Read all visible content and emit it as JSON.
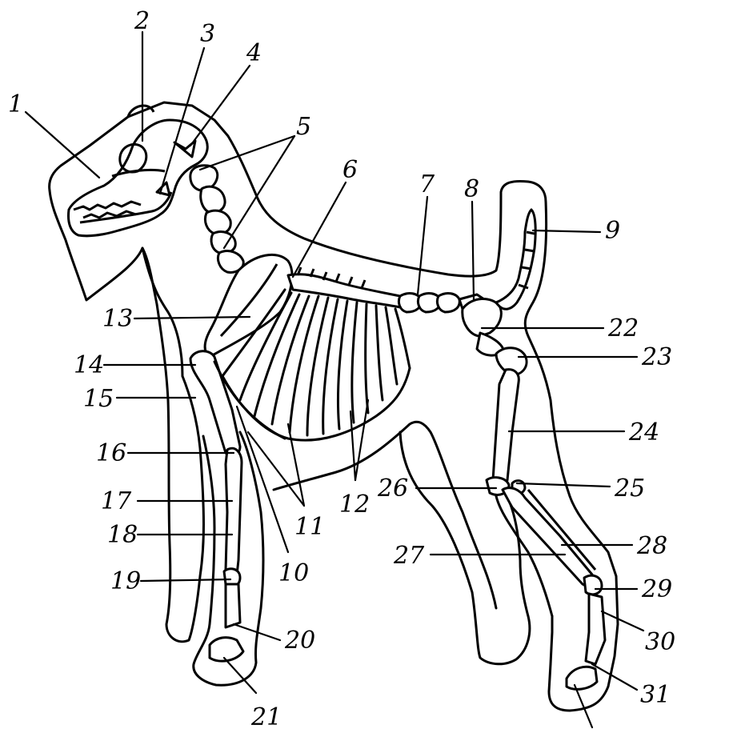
{
  "diagram": {
    "labels": {
      "l1": "1",
      "l2": "2",
      "l3": "3",
      "l4": "4",
      "l5": "5",
      "l6": "6",
      "l7": "7",
      "l8": "8",
      "l9": "9",
      "l10": "10",
      "l11": "11",
      "l12": "12",
      "l13": "13",
      "l14": "14",
      "l15": "15",
      "l16": "16",
      "l17": "17",
      "l18": "18",
      "l19": "19",
      "l20": "20",
      "l21": "21",
      "l22": "22",
      "l23": "23",
      "l24": "24",
      "l25": "25",
      "l26": "26",
      "l27": "27",
      "l28": "28",
      "l29": "29",
      "l30": "30",
      "l31": "31"
    },
    "colors": {
      "ink": "#000000",
      "paper": "#ffffff"
    }
  }
}
